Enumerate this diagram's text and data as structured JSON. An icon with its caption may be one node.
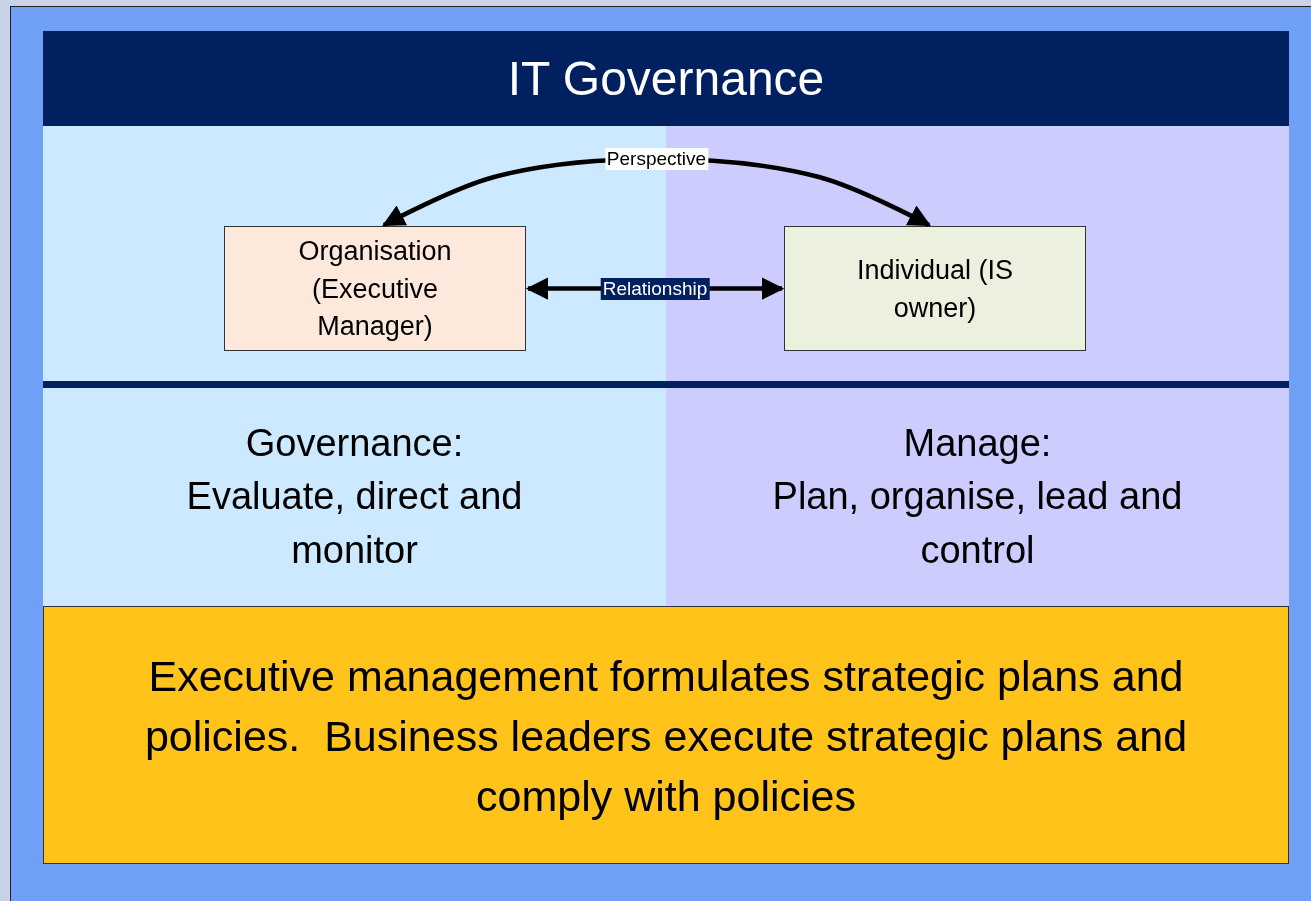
{
  "diagram": {
    "title": "IT Governance",
    "nodes": [
      {
        "text": [
          "Governance:",
          "Evaluate, direct and monitor"
        ]
      },
      {
        "text": [
          "Organisation (Executive Manager)"
        ],
        "in": 0
      },
      {
        "text": [
          "Manage:",
          "Plan, organise, lead and control"
        ]
      },
      {
        "text": [
          "Individual (IS owner)"
        ],
        "in": 2
      },
      {
        "text": [
          "Executive management formulates strategic plans and policies.  Business leaders execute strategic plans and comply with policies"
        ]
      }
    ],
    "edges": [
      {
        "from": 1,
        "to": 3,
        "arrow": "both",
        "label": "Perspective"
      },
      {
        "from": 1,
        "to": 3,
        "arrow": "both",
        "label": "Relationship"
      }
    ]
  }
}
